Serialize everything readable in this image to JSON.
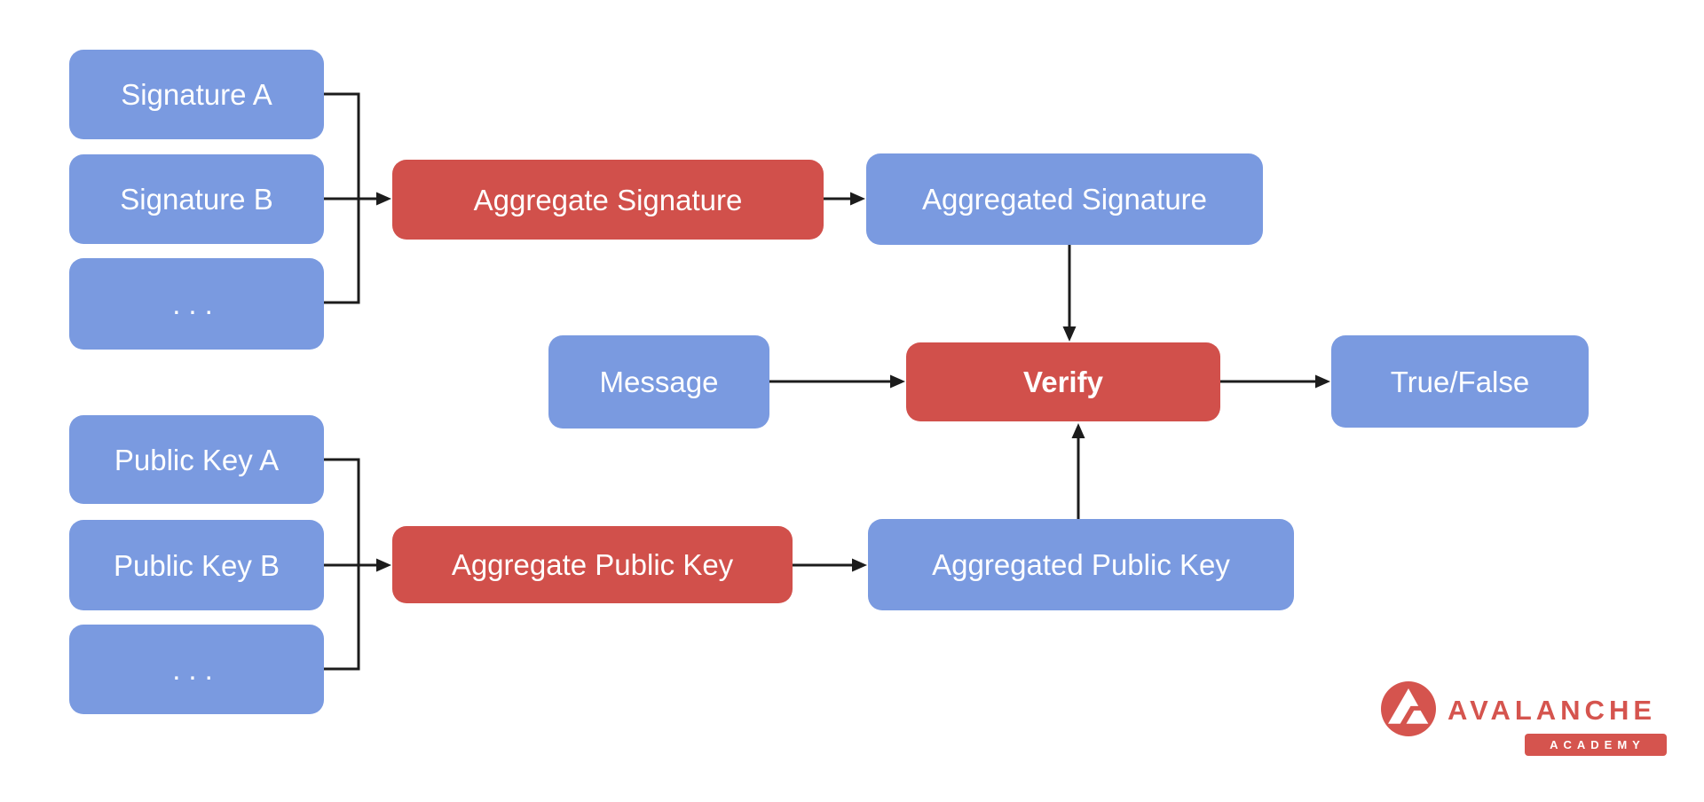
{
  "colors": {
    "background": "#FFFFFF",
    "blue": "#7A9AE0",
    "red": "#D1504B",
    "logo_red": "#D5544E",
    "line": "#1C1C1C",
    "text_white": "#FFFFFF"
  },
  "diagram": {
    "nodes": {
      "signature_a": "Signature A",
      "signature_b": "Signature B",
      "signatures_more": "...",
      "aggregate_signature": "Aggregate Signature",
      "aggregated_signature": "Aggregated Signature",
      "message": "Message",
      "verify": "Verify",
      "true_false": "True/False",
      "public_key_a": "Public Key A",
      "public_key_b": "Public Key B",
      "public_keys_more": "...",
      "aggregate_public_key": "Aggregate Public Key",
      "aggregated_public_key": "Aggregated Public Key"
    }
  },
  "logo": {
    "brand": "AVALANCHE",
    "sub": "ACADEMY"
  }
}
